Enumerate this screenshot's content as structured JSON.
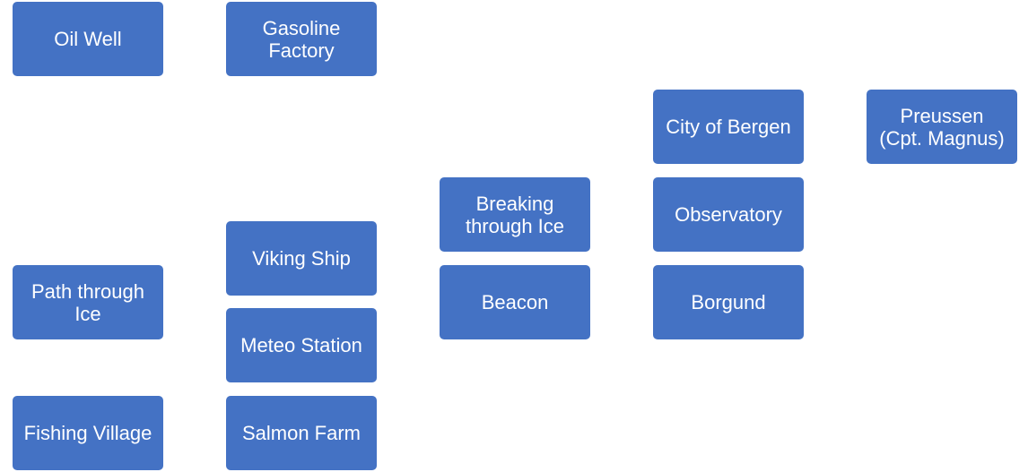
{
  "nodes": {
    "oil_well": "Oil Well",
    "gasoline_factory": "Gasoline\nFactory",
    "city_of_bergen": "City of Bergen",
    "preussen": "Preussen\n(Cpt. Magnus)",
    "breaking_through_ice": "Breaking\nthrough Ice",
    "observatory": "Observatory",
    "viking_ship": "Viking Ship",
    "path_through_ice": "Path through\nIce",
    "beacon": "Beacon",
    "borgund": "Borgund",
    "meteo_station": "Meteo Station",
    "fishing_village": "Fishing Village",
    "salmon_farm": "Salmon Farm"
  },
  "colors": {
    "node_fill": "#4472C4",
    "node_text": "#FFFFFF",
    "background": "#FFFFFF"
  }
}
